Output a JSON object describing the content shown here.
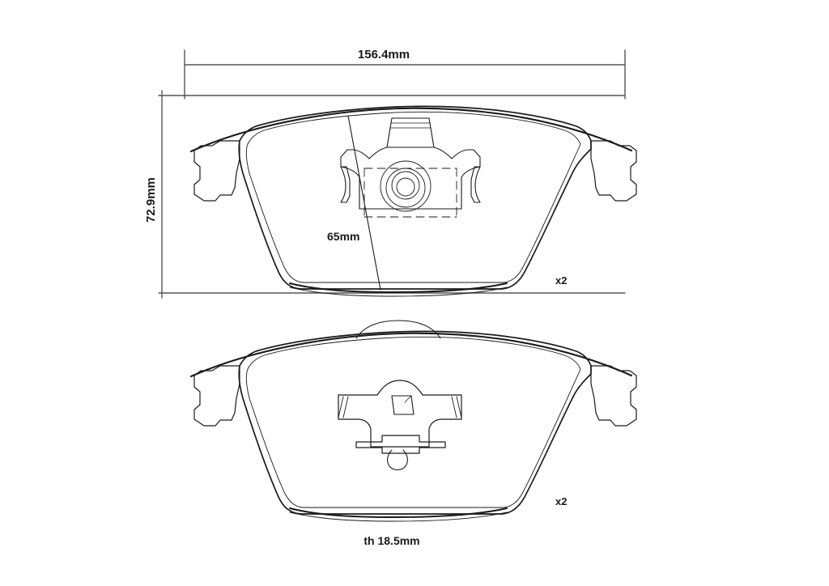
{
  "drawing": {
    "type": "brake-pad-technical-drawing",
    "background_color": "#ffffff",
    "line_color": "#1a1a1a",
    "text_color": "#1a1a1a"
  },
  "dimensions": {
    "width_label": "156.4mm",
    "height_label": "72.9mm",
    "chamfer_label": "65mm",
    "thickness_label": "th 18.5mm"
  },
  "quantities": {
    "top_pad": "x2",
    "bottom_pad": "x2"
  },
  "parts": [
    {
      "name": "upper-brake-pad",
      "quantity": "x2",
      "features": [
        "wear-sensor-clip",
        "concentric-piston-mark",
        "left-mounting-ear",
        "right-mounting-ear",
        "top-retaining-tab"
      ]
    },
    {
      "name": "lower-brake-pad",
      "quantity": "x2",
      "features": [
        "spring-retainer-clip",
        "square-center-hole",
        "left-mounting-ear",
        "right-mounting-ear",
        "top-retaining-bump"
      ]
    }
  ]
}
